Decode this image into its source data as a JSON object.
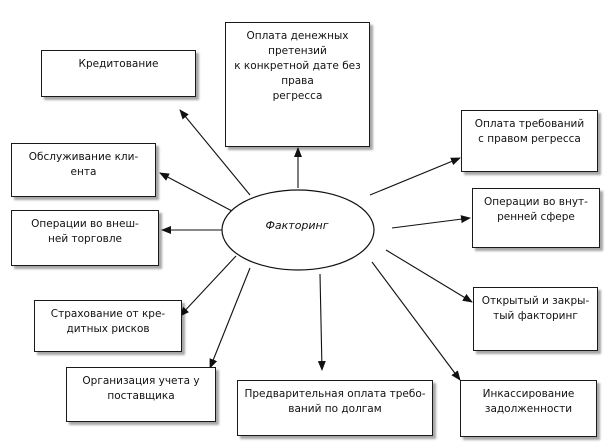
{
  "center": {
    "label": "Факторинг"
  },
  "nodes": {
    "top": "Оплата денежных претензий\nк конкретной дате без права\nрегресса",
    "crediting": "Кредитование",
    "service": "Обслуживание кли-\nента",
    "foreign": "Операции во внеш-\nней торговле",
    "insurance": "Страхование от кре-\nдитных рисков",
    "accounting": "Организация учета у\nпоставщика",
    "prepay": "Предварительная оплата требо-\nваний по долгам",
    "collection": "Инкассирование\nзадолженности",
    "open_closed": "Открытый и закры-\nтый факторинг",
    "domestic": "Операции во внут-\nренней сфере",
    "recourse": "Оплата требований\nс правом регресса"
  }
}
